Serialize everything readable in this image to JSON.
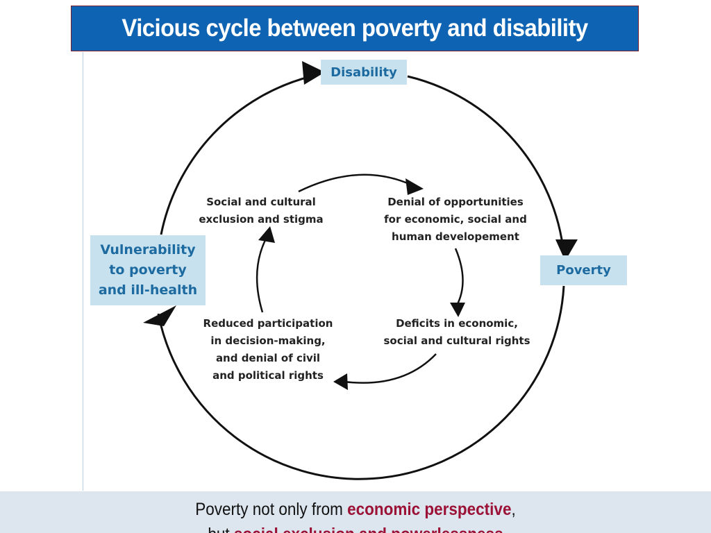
{
  "title": "Vicious cycle between poverty and disability",
  "diagram": {
    "outer_cycle": {
      "disability": "Disability",
      "poverty": "Poverty",
      "vulnerability": "Vulnerability\nto poverty\nand ill-health"
    },
    "inner_cycle": {
      "exclusion": "Social and cultural\nexclusion and stigma",
      "denial": "Denial of opportunities\nfor economic, social and\nhuman developement",
      "deficits": "Deficits in economic,\nsocial and cultural rights",
      "reduced": "Reduced participation\nin decision-making,\nand denial of civil\nand political rights"
    }
  },
  "footer": {
    "line1_prefix": "Poverty not only from ",
    "line1_emphasis": "economic perspective",
    "line1_suffix": ",",
    "line2_prefix": "but ",
    "line2_emphasis": "social exclusion and powerlessness"
  },
  "colors": {
    "title_background": "#0f63b3",
    "box_fill": "#c7e2ee",
    "box_text": "#1c6aa0",
    "emphasis": "#9b1236",
    "footer_background": "#dde6ef"
  }
}
